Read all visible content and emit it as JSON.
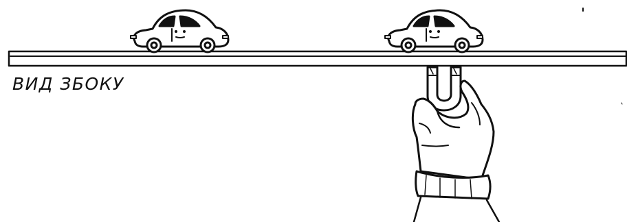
{
  "caption": {
    "text": "ВИД ЗБОКУ"
  },
  "illustration": {
    "objects": [
      "toy-car",
      "toy-car",
      "board",
      "horseshoe-magnet",
      "gloved-hand"
    ],
    "line_color": "#111111",
    "background_color": "#ffffff"
  }
}
